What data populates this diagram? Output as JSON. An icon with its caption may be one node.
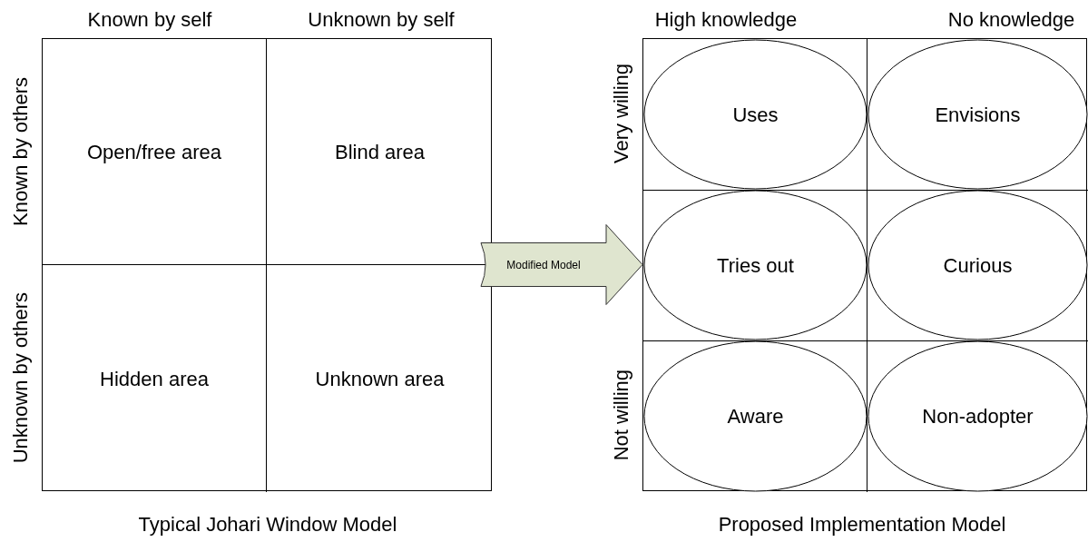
{
  "diagram": {
    "nodes": [
      {
        "text": [],
        "shape": "box"
      },
      {
        "text": [
          "Open/free area"
        ],
        "in": 0
      },
      {
        "text": [
          "Blind area"
        ],
        "in": 0
      },
      {
        "text": [
          "Hidden area"
        ],
        "in": 0
      },
      {
        "text": [
          "Unknown area"
        ],
        "in": 0
      },
      {
        "text": [],
        "shape": "box"
      },
      {
        "text": [
          "Uses"
        ],
        "in": 5
      },
      {
        "text": [
          "Envisions"
        ],
        "in": 5
      },
      {
        "text": [
          "Tries out"
        ],
        "in": 5
      },
      {
        "text": [
          "Curious"
        ],
        "in": 5
      },
      {
        "text": [
          "Aware"
        ],
        "in": 5
      },
      {
        "text": [
          "Non-adopter"
        ],
        "in": 5
      }
    ],
    "edges": [
      {
        "from": 0,
        "to": 5,
        "arrow": "to",
        "label": "Modified Model"
      }
    ],
    "labels": [
      "Known by self",
      "Unknown by self",
      "High knowledge",
      "No knowledge",
      "Known by others",
      "Very willing",
      "Unknown by others",
      "Not willing",
      "Typical Johari Window Model",
      "Proposed Implementation Model"
    ]
  }
}
